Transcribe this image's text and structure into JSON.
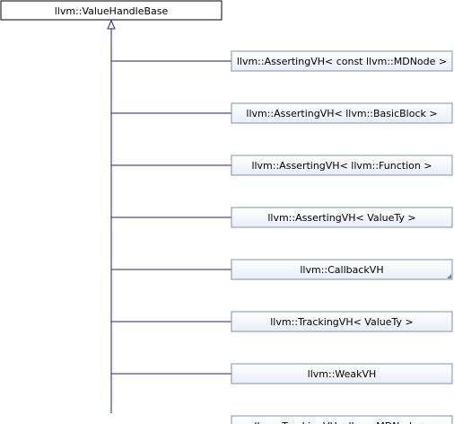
{
  "diagram": {
    "base_class": {
      "label": "llvm::ValueHandleBase"
    },
    "derived_classes": [
      {
        "label": "llvm::AssertingVH< const llvm::MDNode >"
      },
      {
        "label": "llvm::AssertingVH< llvm::BasicBlock >"
      },
      {
        "label": "llvm::AssertingVH< llvm::Function >"
      },
      {
        "label": "llvm::AssertingVH< ValueTy >"
      },
      {
        "label": "llvm::CallbackVH",
        "has_more_marker": true
      },
      {
        "label": "llvm::TrackingVH< ValueTy >"
      },
      {
        "label": "llvm::WeakVH"
      },
      {
        "label": "llvm::TrackingVH< llvm::MDNode >"
      }
    ],
    "colors": {
      "base_fill": "#ffffff",
      "base_border": "#000000",
      "derived_fill_top": "#ffffff",
      "derived_fill_bottom": "#e8eef8",
      "derived_border": "#868fa8",
      "connector": "#1a237e",
      "more_marker": "#6a86b8"
    }
  }
}
